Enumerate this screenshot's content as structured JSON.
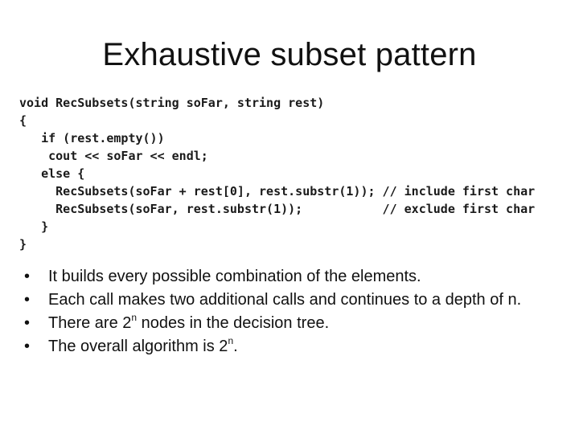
{
  "slide": {
    "title": "Exhaustive subset pattern",
    "code_lines": [
      "void RecSubsets(string soFar, string rest)",
      "{",
      "   if (rest.empty())",
      "    cout << soFar << endl;",
      "   else {",
      "     RecSubsets(soFar + rest[0], rest.substr(1)); // include first char",
      "     RecSubsets(soFar, rest.substr(1));           // exclude first char",
      "   }",
      "}"
    ],
    "bullet_glyph": "•",
    "bullets": [
      {
        "text": "It builds every possible combination of the elements."
      },
      {
        "text": "Each call makes two additional calls and continues to a depth of n."
      },
      {
        "text_before": "There are 2",
        "superscript": "n",
        "text_after": " nodes in the decision tree."
      },
      {
        "text_before": "The overall algorithm is 2",
        "superscript": "n",
        "text_after": "."
      }
    ]
  }
}
